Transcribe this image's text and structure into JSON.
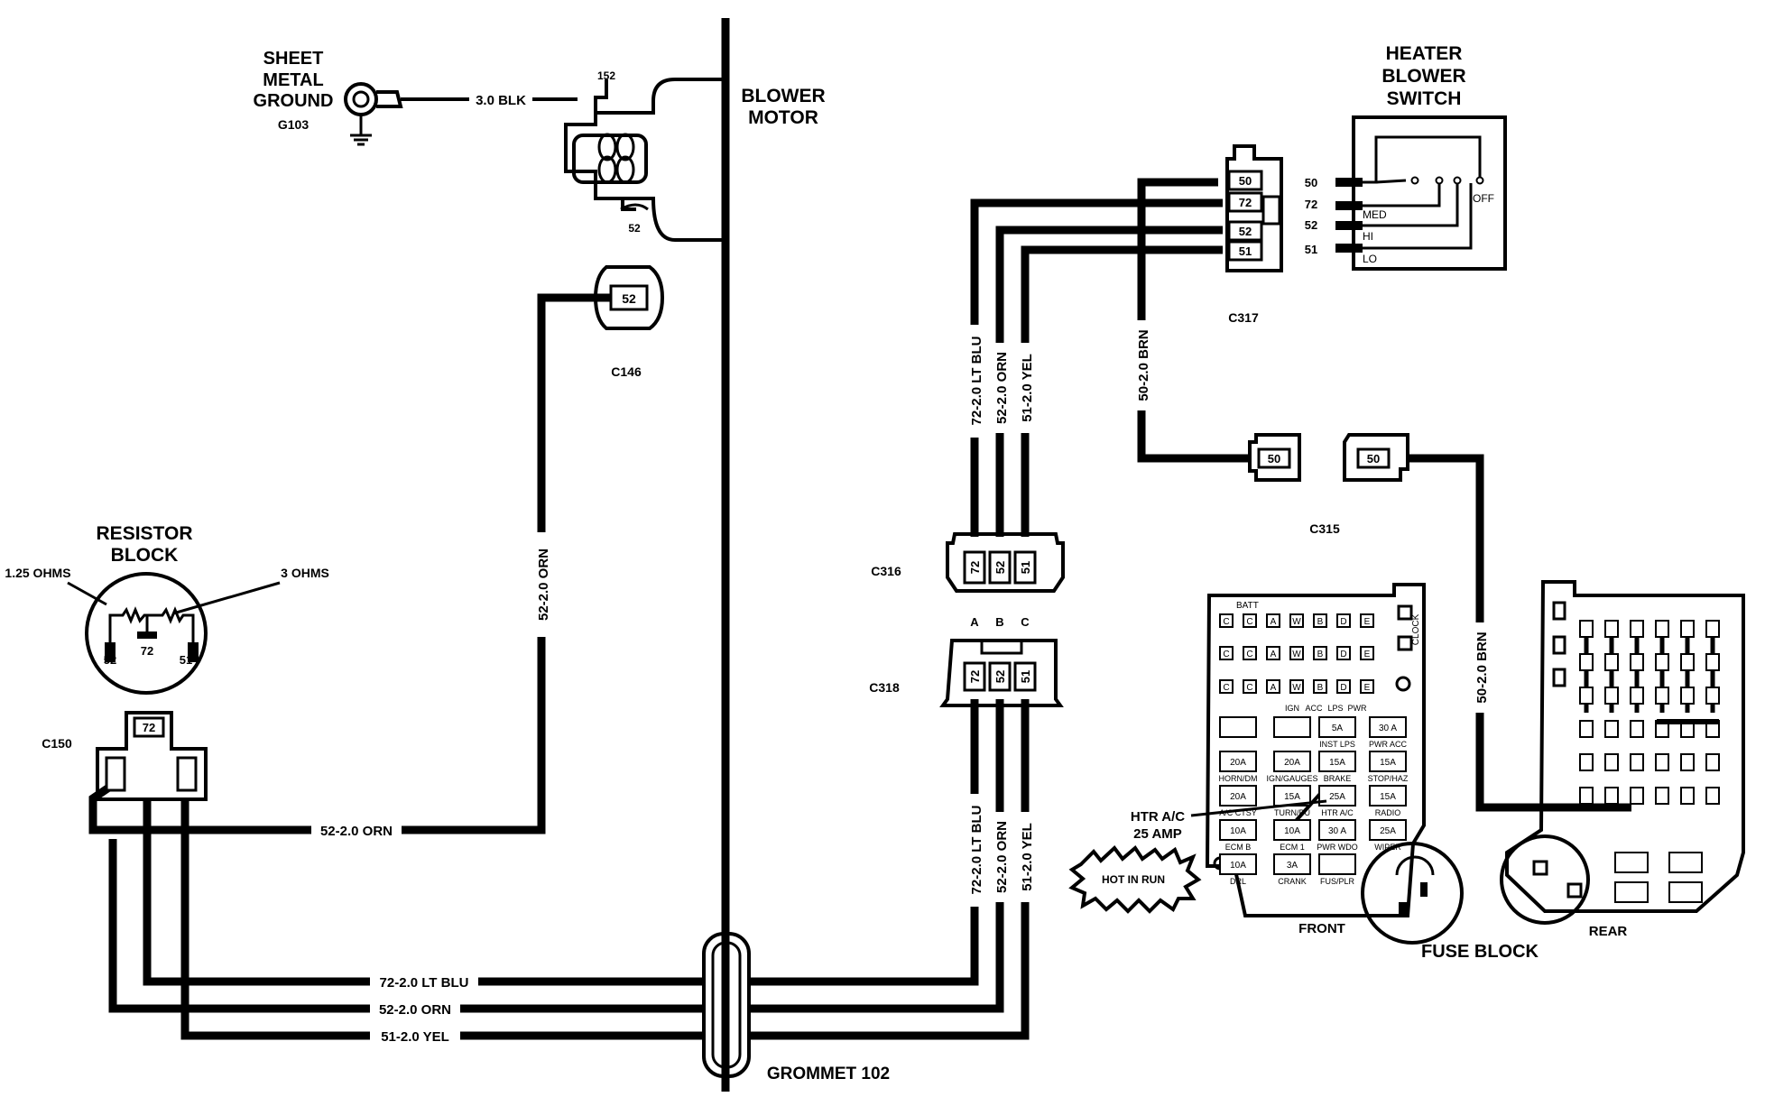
{
  "blower_motor": {
    "title_line1": "BLOWER",
    "title_line2": "MOTOR",
    "pin_top": "152",
    "pin_bottom": "52"
  },
  "ground": {
    "line1": "SHEET",
    "line2": "METAL",
    "line3": "GROUND",
    "id": "G103",
    "wire": "3.0 BLK"
  },
  "connectors": {
    "c146": {
      "name": "C146",
      "pin": "52"
    },
    "c150": {
      "name": "C150",
      "pin": "72"
    },
    "c316": {
      "name": "C316",
      "pins": [
        "72",
        "52",
        "51"
      ],
      "letters": [
        "A",
        "B",
        "C"
      ]
    },
    "c318": {
      "name": "C318",
      "pins": [
        "72",
        "52",
        "51"
      ]
    },
    "c317": {
      "name": "C317",
      "pins": [
        "50",
        "72",
        "52",
        "51"
      ]
    },
    "c315": {
      "name": "C315",
      "pin_left": "50",
      "pin_right": "50"
    }
  },
  "resistor_block": {
    "line1": "RESISTOR",
    "line2": "BLOCK",
    "r1": "1.25 OHMS",
    "r2": "3 OHMS",
    "pins": [
      "52",
      "72",
      "51"
    ]
  },
  "heater_switch": {
    "line1": "HEATER",
    "line2": "BLOWER",
    "line3": "SWITCH",
    "pins": [
      "50",
      "72",
      "52",
      "51"
    ],
    "positions": [
      "MED",
      "HI",
      "LO",
      "OFF"
    ]
  },
  "wires": {
    "orn_vertical": "52-2.0 ORN",
    "orn_horizontal": "52-2.0 ORN",
    "blu_bottom": "72-2.0 LT BLU",
    "orn_bottom": "52-2.0 ORN",
    "yel_bottom": "51-2.0 YEL",
    "blu_upper": "72-2.0 LT BLU",
    "orn_upper": "52-2.0 ORN",
    "yel_upper": "51-2.0 YEL",
    "blu_lower": "72-2.0 LT BLU",
    "orn_lower": "52-2.0 ORN",
    "yel_lower": "51-2.0 YEL",
    "brn_upper": "50-2.0 BRN",
    "brn_right": "50-2.0 BRN"
  },
  "grommet": "GROMMET 102",
  "fuse_block": {
    "title": "FUSE BLOCK",
    "front": "FRONT",
    "rear": "REAR",
    "batt": "BATT",
    "clock": "CLOCK",
    "hot_in_run": "HOT IN RUN",
    "callout_line1": "HTR A/C",
    "callout_line2": "25 AMP",
    "top_labels": [
      "IGN",
      "ACC",
      "LPS",
      "PWR"
    ],
    "row_letters": [
      "C",
      "C",
      "A",
      "W",
      "B",
      "D",
      "E"
    ],
    "fuses": [
      {
        "value": "",
        "label": ""
      },
      {
        "value": "",
        "label": ""
      },
      {
        "value": "5A",
        "label": "INST LPS"
      },
      {
        "value": "30 A",
        "label": "PWR ACC"
      },
      {
        "value": "20A",
        "label": "HORN/DM"
      },
      {
        "value": "20A",
        "label": "IGN/GAUGES"
      },
      {
        "value": "15A",
        "label": "BRAKE"
      },
      {
        "value": "15A",
        "label": "STOP/HAZ"
      },
      {
        "value": "20A",
        "label": "A/C CTSY"
      },
      {
        "value": "15A",
        "label": "TURN/BU"
      },
      {
        "value": "25A",
        "label": "HTR A/C"
      },
      {
        "value": "15A",
        "label": "RADIO"
      },
      {
        "value": "10A",
        "label": "ECM B"
      },
      {
        "value": "10A",
        "label": "ECM 1"
      },
      {
        "value": "30 A",
        "label": "PWR WDO"
      },
      {
        "value": "25A",
        "label": "WIPER"
      },
      {
        "value": "10A",
        "label": "DRL"
      },
      {
        "value": "3A",
        "label": "CRANK"
      },
      {
        "value": "",
        "label": "FUS/PLR"
      }
    ]
  }
}
